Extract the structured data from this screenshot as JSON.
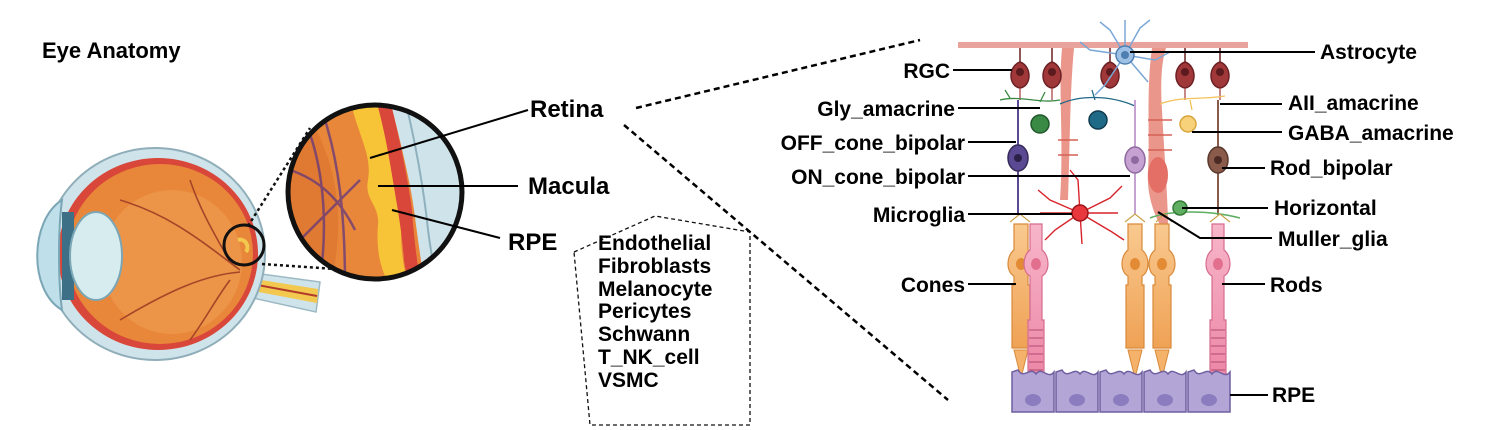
{
  "eye": {
    "title": "Eye Anatomy",
    "zoom_labels": [
      "Retina",
      "Macula",
      "RPE"
    ]
  },
  "rpe_cell_types": [
    "Endothelial",
    "Fibroblasts",
    "Melanocyte",
    "Pericytes",
    "Schwann",
    "T_NK_cell",
    "VSMC"
  ],
  "retina": {
    "left_labels": [
      "RGC",
      "Gly_amacrine",
      "OFF_cone_bipolar",
      "ON_cone_bipolar",
      "Microglia",
      "Cones"
    ],
    "right_labels": [
      "Astrocyte",
      "AII_amacrine",
      "GABA_amacrine",
      "Rod_bipolar",
      "Horizontal",
      "Muller_glia",
      "Rods",
      "RPE"
    ]
  },
  "colors": {
    "rgc": "#a0383a",
    "astrocyte": "#7ba7d6",
    "gly_amacrine": "#3a8a45",
    "aii_amacrine": "#1f6a86",
    "gaba_amacrine": "#f2c25a",
    "off_bipolar": "#5b4a93",
    "on_bipolar": "#c6a2d3",
    "rod_bipolar": "#8a5a4a",
    "microglia": "#d8232a",
    "horizontal": "#5fae62",
    "muller": "#e88b7d",
    "cones": "#f4b26a",
    "rods": "#f19bb6",
    "rpe": "#b3a6d6",
    "eye_orange": "#e8873a",
    "sclera": "#cfe3ea"
  }
}
